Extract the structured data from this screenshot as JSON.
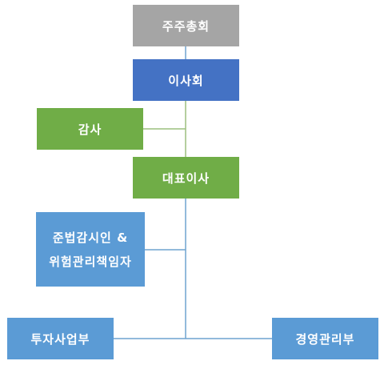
{
  "org_chart": {
    "nodes": {
      "shareholders": "주주총회",
      "board": "이사회",
      "auditor": "감사",
      "ceo": "대표이사",
      "compliance_line1": "준법감시인 &",
      "compliance_line2": "위험관리책임자",
      "investment_dept": "투자사업부",
      "management_dept": "경영관리부"
    },
    "hierarchy": [
      {
        "parent": "주주총회",
        "child": "이사회"
      },
      {
        "parent": "이사회",
        "child": "감사"
      },
      {
        "parent": "이사회",
        "child": "대표이사"
      },
      {
        "parent": "대표이사",
        "child": "준법감시인 & 위험관리책임자"
      },
      {
        "parent": "대표이사",
        "child": "투자사업부"
      },
      {
        "parent": "대표이사",
        "child": "경영관리부"
      }
    ]
  },
  "colors": {
    "gray": "#a5a5a5",
    "blue": "#4472c4",
    "green": "#70ad47",
    "sky": "#5b9bd5",
    "line_upper": "#9cbf7e",
    "line_lower": "#6fa3cf"
  }
}
